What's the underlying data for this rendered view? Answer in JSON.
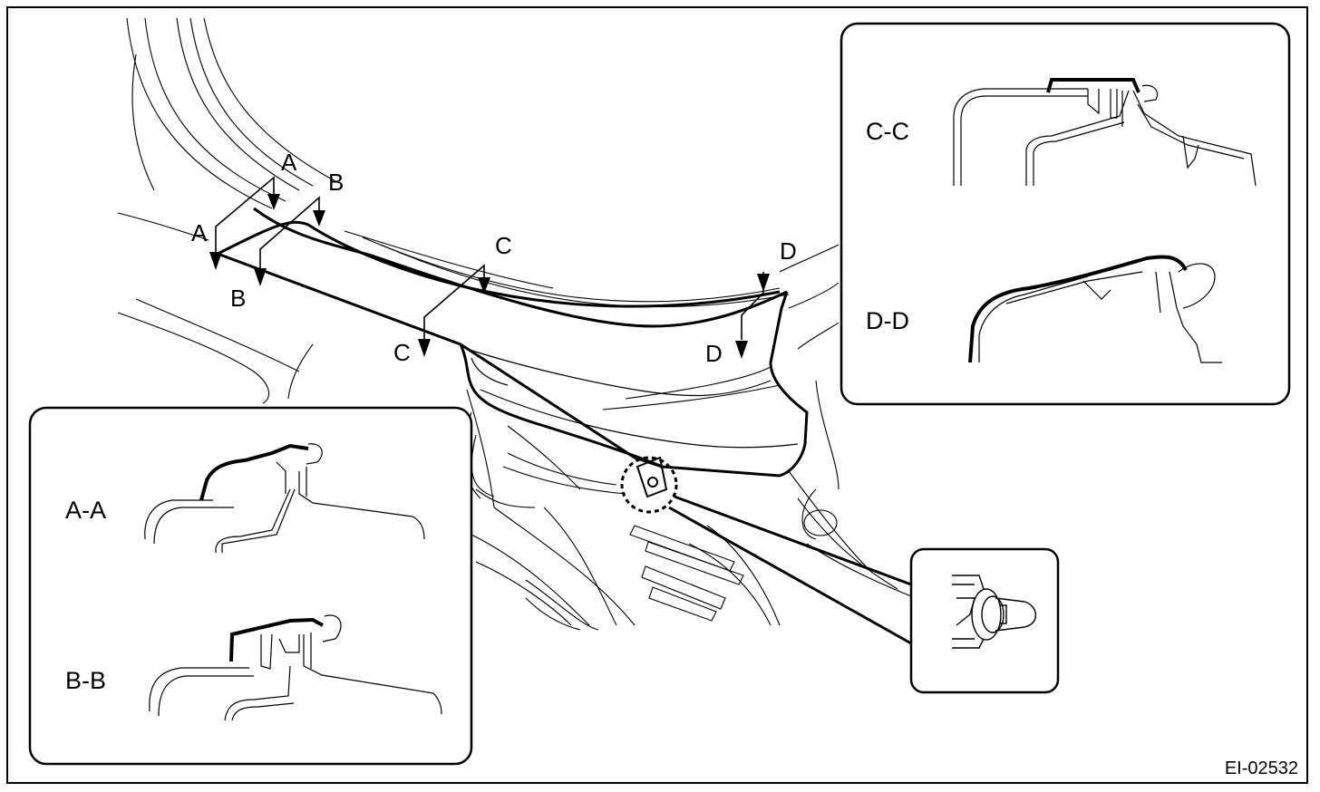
{
  "section_markers": {
    "a_top": "A",
    "a_left": "A",
    "b_top": "B",
    "b_bottom": "B",
    "c_top": "C",
    "c_bottom": "C",
    "d_top": "D",
    "d_bottom": "D"
  },
  "detail_sections": {
    "cc": "C-C",
    "dd": "D-D",
    "aa": "A-A",
    "bb": "B-B"
  },
  "figure_code": "EI-02532"
}
